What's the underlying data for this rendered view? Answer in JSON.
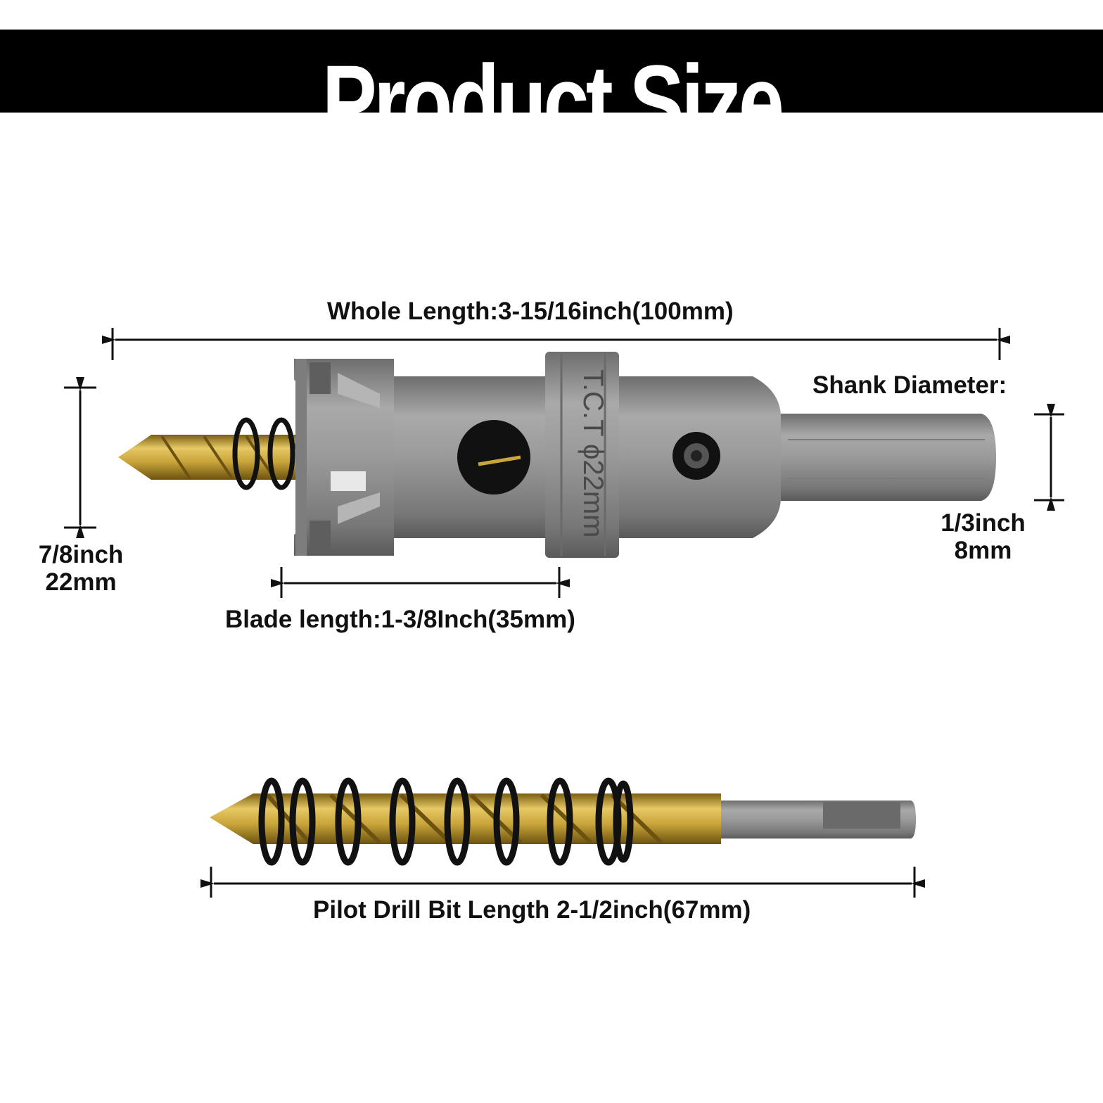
{
  "banner": {
    "title": "Product Size"
  },
  "dimensions": {
    "whole_length": "Whole Length:3-15/16inch(100mm)",
    "shank_diameter_title": "Shank Diameter:",
    "shank_diameter_inch": "1/3inch",
    "shank_diameter_mm": "8mm",
    "cutter_diameter_inch": "7/8inch",
    "cutter_diameter_mm": "22mm",
    "blade_length": "Blade length:1-3/8Inch(35mm)",
    "pilot_length": "Pilot Drill Bit Length 2-1/2inch(67mm)"
  },
  "product": {
    "engraving": "T.C.T ϕ22mm"
  },
  "colors": {
    "banner": "#000000",
    "steel": "#8c8c8c",
    "gold": "#c9a53a",
    "spring": "#111111"
  }
}
